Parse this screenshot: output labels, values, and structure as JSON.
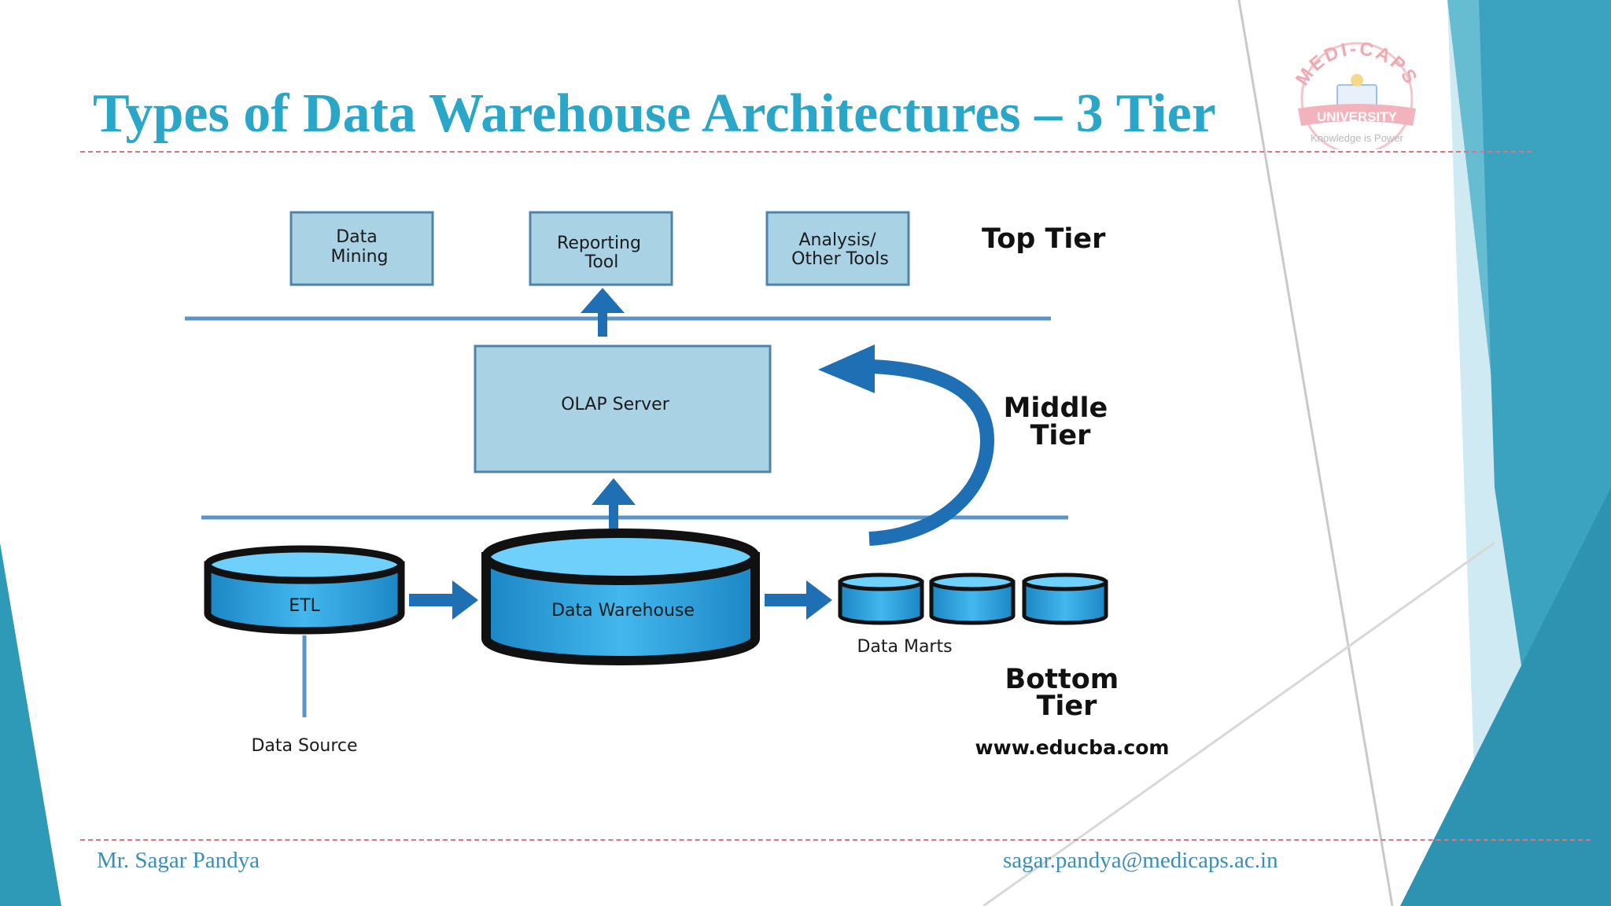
{
  "slide": {
    "title": "Types of Data Warehouse Architectures – 3 Tier",
    "footer_left": "Mr. Sagar Pandya",
    "footer_right": "sagar.pandya@medicaps.ac.in"
  },
  "logo": {
    "name": "MEDI-CAPS",
    "banner": "UNIVERSITY",
    "tagline": "Knowledge is Power"
  },
  "diagram": {
    "top_tools": {
      "data_mining": [
        "Data",
        "Mining"
      ],
      "reporting_tool": [
        "Reporting",
        "Tool"
      ],
      "analysis_tools": [
        "Analysis/",
        "Other Tools"
      ]
    },
    "olap_server": "OLAP Server",
    "etl": "ETL",
    "data_warehouse": "Data Warehouse",
    "data_marts": "Data Marts",
    "data_source": "Data Source",
    "tiers": {
      "top": "Top Tier",
      "middle": [
        "Middle",
        "Tier"
      ],
      "bottom": [
        "Bottom",
        "Tier"
      ]
    },
    "source_credit": "www.educba.com"
  },
  "colors": {
    "title": "#2aa6c9",
    "box_fill": "#a9d2e5",
    "cylinder_fill": "#2b9fd9",
    "arrow": "#1f6fb5",
    "rule": "#d9777f",
    "footer_text": "#3b8fb3"
  }
}
